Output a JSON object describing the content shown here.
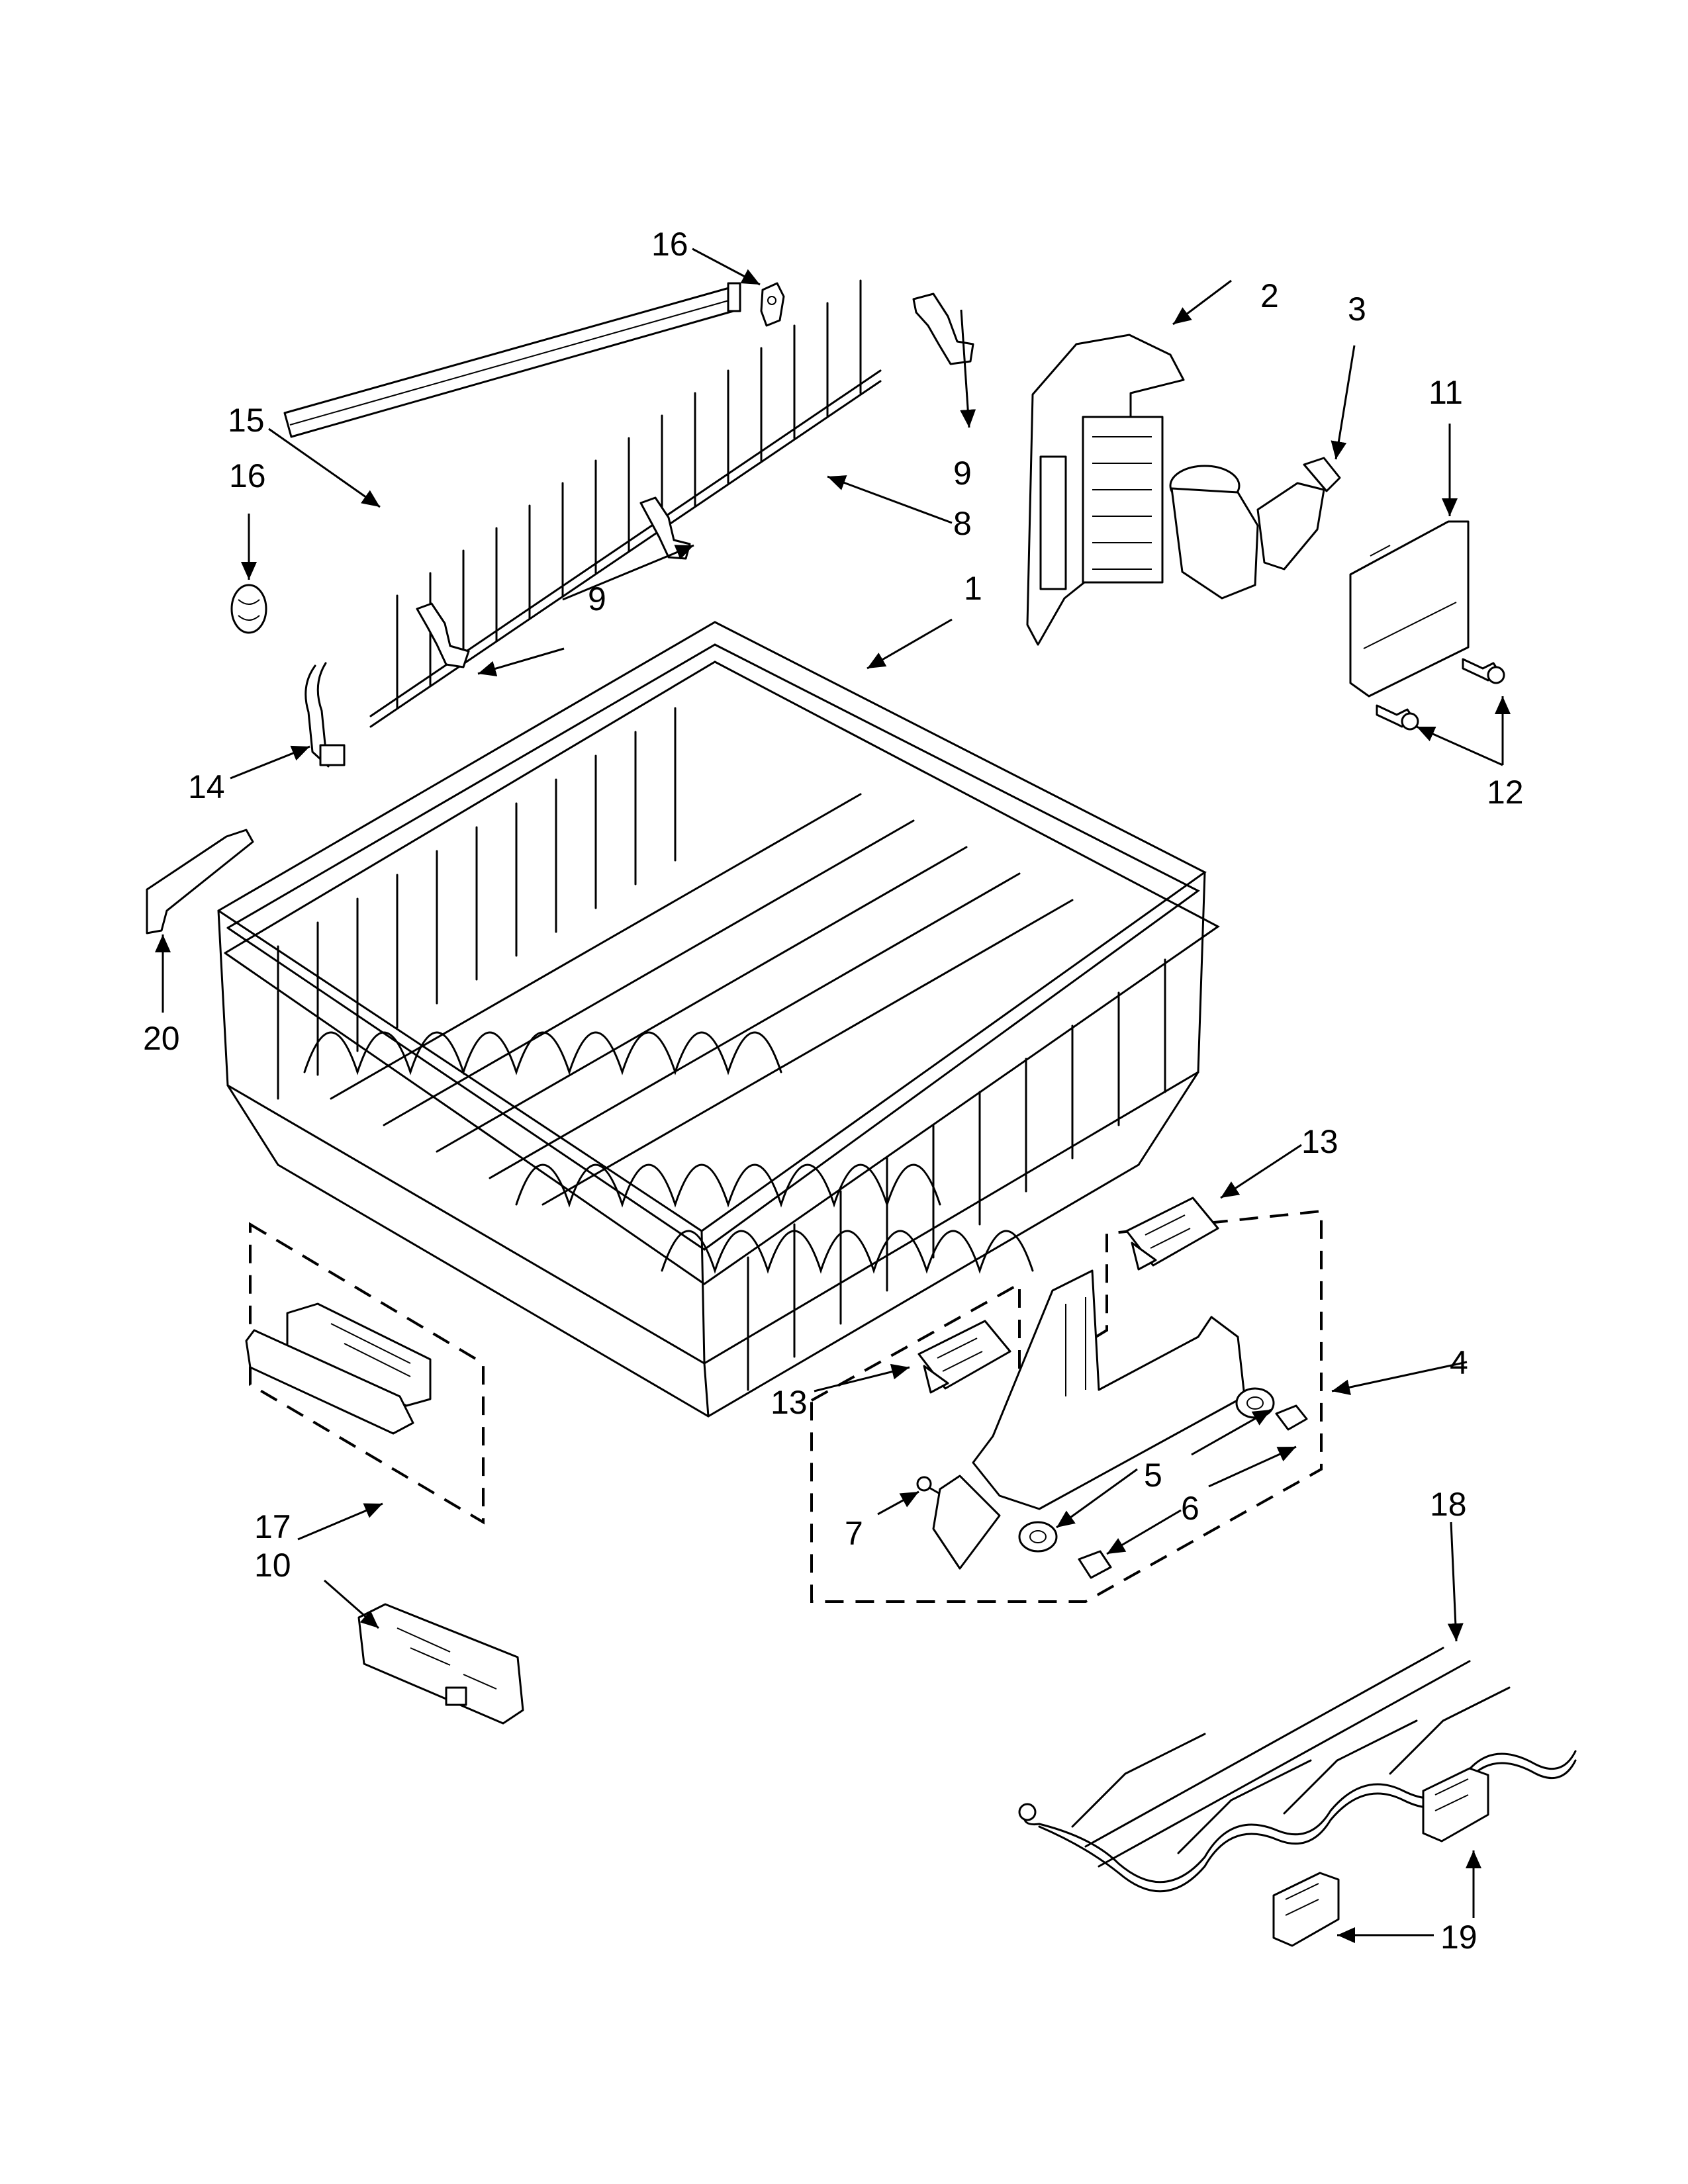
{
  "callouts": {
    "c1": "1",
    "c2": "2",
    "c3": "3",
    "c4": "4",
    "c5": "5",
    "c6": "6",
    "c7": "7",
    "c8": "8",
    "c9a": "9",
    "c9b": "9",
    "c10": "10",
    "c11": "11",
    "c12": "12",
    "c13a": "13",
    "c13b": "13",
    "c14": "14",
    "c15": "15",
    "c16a": "16",
    "c16b": "16",
    "c17": "17",
    "c18": "18",
    "c19": "19",
    "c20": "20"
  }
}
